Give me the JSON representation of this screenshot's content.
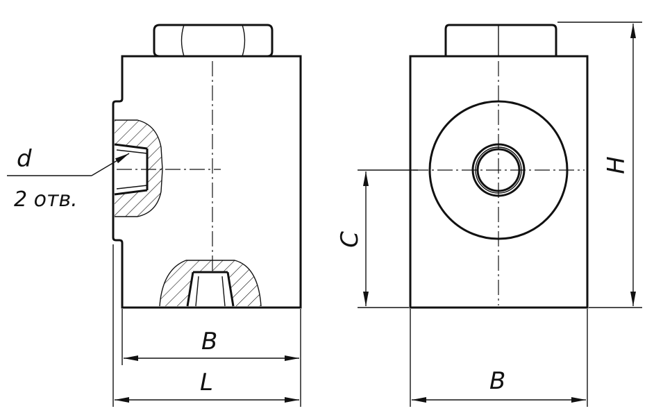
{
  "labels": {
    "thread_diameter": "d",
    "hole_count": "2 отв.",
    "width_left": "B",
    "length": "L",
    "width_right": "B",
    "height": "H",
    "port_offset": "C"
  },
  "colors": {
    "line": "#111111",
    "background": "#ffffff"
  }
}
